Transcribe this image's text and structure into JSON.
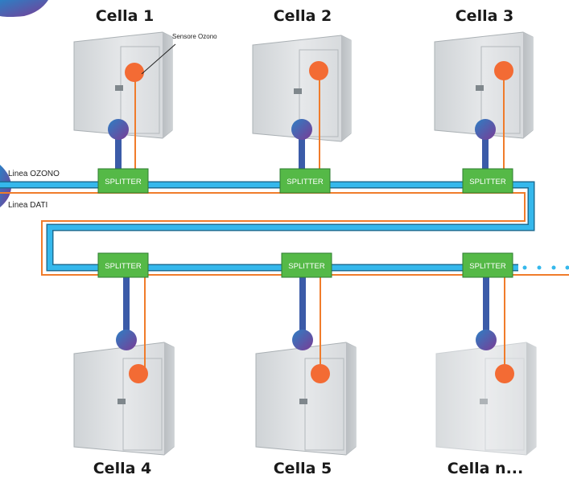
{
  "cells": [
    {
      "label": "Cella 1"
    },
    {
      "label": "Cella 2"
    },
    {
      "label": "Cella 3"
    },
    {
      "label": "Cella 4"
    },
    {
      "label": "Cella 5"
    },
    {
      "label": "Cella n..."
    }
  ],
  "lines": {
    "ozone": "Linea OZONO",
    "data": "Linea DATI"
  },
  "sensor_label": "Sensore Ozono",
  "splitter_label": "SPLITTER",
  "colors": {
    "ozone_line": "#35b8ec",
    "ozone_line_border": "#1d6e94",
    "data_line": "#f07c2b",
    "splitter": "#55b947",
    "splitter_border": "#2e7d32",
    "sensor": "#f36b34",
    "connector": "#4a5aa0",
    "cabinet": "#dfe2e4"
  }
}
